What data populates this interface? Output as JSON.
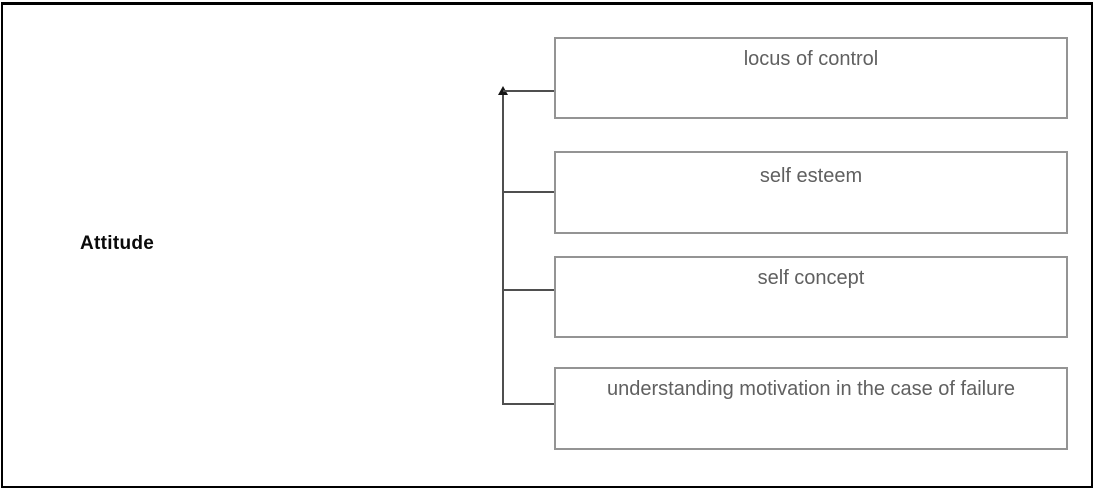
{
  "diagram": {
    "root": {
      "label": "Attitude"
    },
    "boxes": [
      {
        "label": "locus of control"
      },
      {
        "label": "self esteem"
      },
      {
        "label": "self concept"
      },
      {
        "label": "understanding motivation in the case of failure"
      }
    ],
    "colors": {
      "background": "#ffffff",
      "page_border": "#000000",
      "box_border": "#949494",
      "box_text": "#606060",
      "connector_line": "#4f4f4f",
      "arrow": "#151515",
      "root_text": "#0a0a0a"
    }
  }
}
